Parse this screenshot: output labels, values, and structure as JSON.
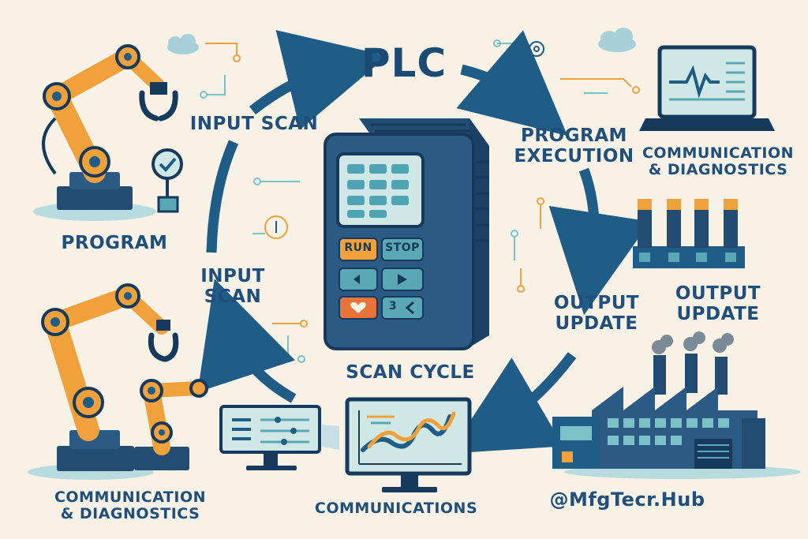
{
  "title": "PLC",
  "cycle": {
    "input_scan_top": "INPUT SCAN",
    "program_execution": "PROGRAM\nEXECUTION",
    "output_update_inner": "OUTPUT\nUPDATE",
    "input_scan_left": "INPUT\nSCAN",
    "scan_cycle": "SCAN CYCLE"
  },
  "corners": {
    "program": "PROGRAM",
    "comm_diag_right": "COMMUNICATION\n& DIAGNOSTICS",
    "output_update_right": "OUTPUT\nUPDATE",
    "comm_diag_left": "COMMUNICATION\n& DIAGNOSTICS",
    "communications": "COMMUNICATIONS",
    "handle": "@MfgTecr.Hub"
  },
  "plc_keys": {
    "run": "RUN",
    "stop": "STOP",
    "key3": "3"
  },
  "colors": {
    "navy": "#1f4f7a",
    "dark": "#173a5c",
    "orange": "#f0a13c",
    "teal": "#7cc0c8",
    "cream": "#f7f1e6"
  }
}
